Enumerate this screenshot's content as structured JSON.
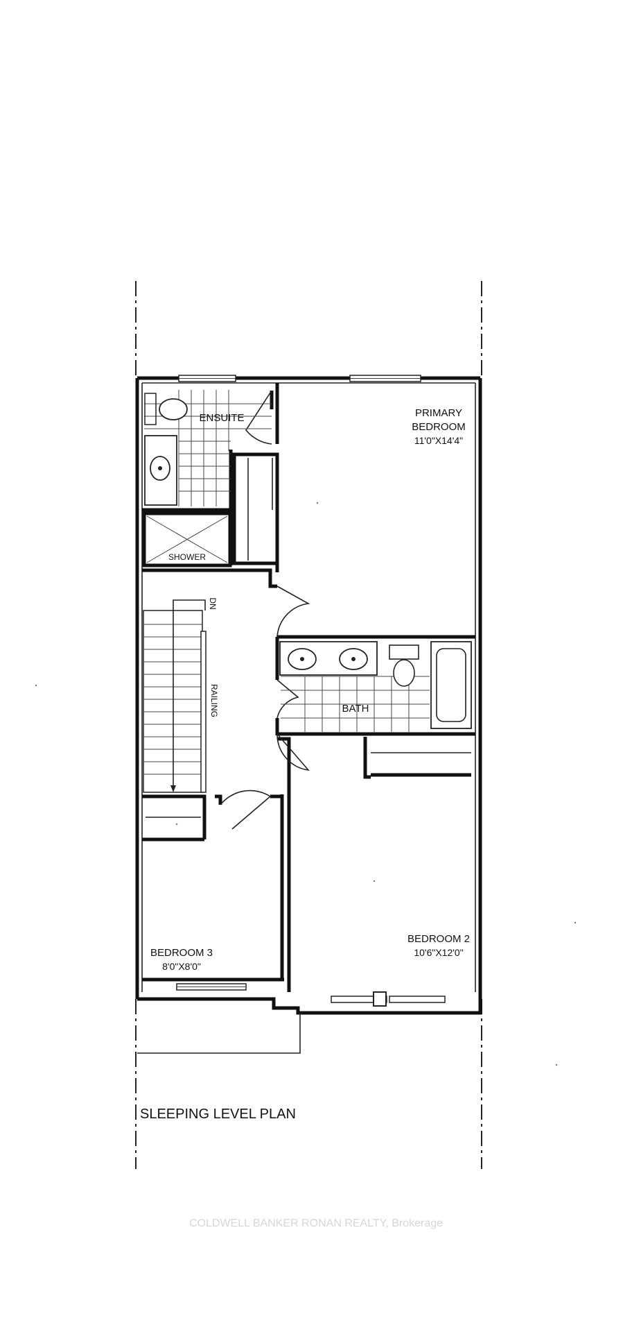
{
  "plan": {
    "title": "SLEEPING LEVEL PLAN",
    "rooms": {
      "primary_bedroom": {
        "name_line1": "PRIMARY",
        "name_line2": "BEDROOM",
        "dims": "11'0\"X14'4\""
      },
      "ensuite": {
        "name": "ENSUITE"
      },
      "shower": {
        "name": "SHOWER"
      },
      "bath": {
        "name": "BATH"
      },
      "bedroom_2": {
        "name": "BEDROOM 2",
        "dims": "10'6\"X12'0\""
      },
      "bedroom_3": {
        "name": "BEDROOM 3",
        "dims": "8'0\"X8'0\""
      },
      "stair_dn": "DN",
      "railing": "RAILING"
    }
  },
  "watermark": "COLDWELL BANKER RONAN REALTY, Brokerage"
}
